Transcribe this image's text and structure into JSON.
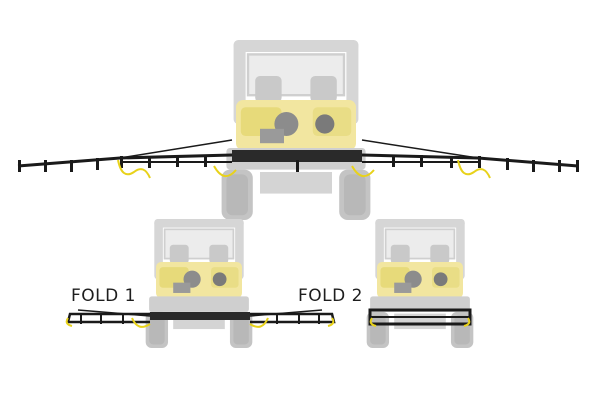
{
  "labels": {
    "fold1": "FOLD 1",
    "fold2": "FOLD 2"
  },
  "colors": {
    "vehicle_body": "#dcdcdc",
    "vehicle_shade": "#c4c4c4",
    "vehicle_dark": "#9a9a9a",
    "tank": "#f2e6a0",
    "boom": "#1a1a1a",
    "hose": "#e8d21a",
    "text": "#1e1e1e"
  },
  "views": [
    {
      "name": "boom-extended"
    },
    {
      "name": "boom-fold-1"
    },
    {
      "name": "boom-fold-2"
    }
  ]
}
